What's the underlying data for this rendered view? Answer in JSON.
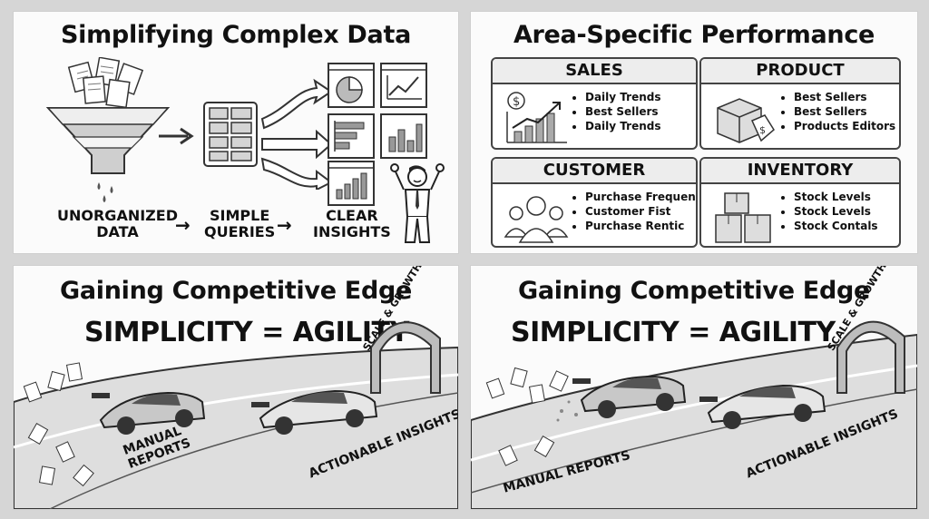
{
  "panel1": {
    "title": "Simplifying Complex Data",
    "steps": [
      {
        "line1": "UNORGANIZED",
        "line2": "DATA"
      },
      {
        "line1": "SIMPLE",
        "line2": "QUERIES"
      },
      {
        "line1": "CLEAR",
        "line2": "INSIGHTS"
      }
    ],
    "arrow": "→"
  },
  "panel2": {
    "title": "Area-Specific Performance",
    "areas": [
      {
        "heading": "SALES",
        "icon": "growth-chart-icon",
        "items": [
          "Daily Trends",
          "Best Sellers",
          "Daily Trends"
        ]
      },
      {
        "heading": "PRODUCT",
        "icon": "product-box-tag-icon",
        "items": [
          "Best Sellers",
          "Best Sellers",
          "Products Editors"
        ]
      },
      {
        "heading": "CUSTOMER",
        "icon": "customers-icon",
        "items": [
          "Purchase Frequency",
          "Customer Fist",
          "Purchase Rentic"
        ]
      },
      {
        "heading": "INVENTORY",
        "icon": "stacked-boxes-icon",
        "items": [
          "Stock Levels",
          "Stock Levels",
          "Stock Contals"
        ]
      }
    ]
  },
  "panel3": {
    "title": "Gaining Competitive Edge",
    "slogan": "SIMPLICITY = AGILITY",
    "arch_label": "SCALE & GROWTH",
    "label_slow_line1": "MANUAL",
    "label_slow_line2": "REPORTS",
    "label_fast": "ACTIONABLE INSIGHTS"
  },
  "panel4": {
    "title": "Gaining Competitive Edge",
    "slogan": "SIMPLICITY = AGILITY",
    "arch_label": "SCALE & GROWTH",
    "label_slow": "MANUAL REPORTS",
    "label_fast": "ACTIONABLE INSIGHTS"
  }
}
